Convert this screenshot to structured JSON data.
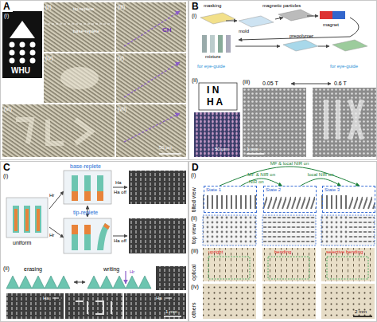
{
  "diagram": {
    "nodes": [
      {
        "text": [
          "A"
        ]
      },
      {
        "text": [
          "B"
        ]
      },
      {
        "text": [
          "C"
        ]
      },
      {
        "text": [
          "D"
        ]
      },
      {
        "text": [
          "State 1"
        ],
        "in": 3
      },
      {
        "text": [
          "State 2"
        ],
        "in": 3
      },
      {
        "text": [
          "State 3"
        ],
        "in": 3
      }
    ],
    "edges": [
      {
        "from": 4,
        "to": 6,
        "label": "MF & local NIR on",
        "arrow": "to"
      },
      {
        "from": 4,
        "to": 5,
        "label": "MF & NIR on",
        "arrow": "to"
      },
      {
        "from": 5,
        "to": 6,
        "label": "local NIR on",
        "arrow": "to"
      }
    ],
    "labels": [
      "(i)",
      "WHU",
      "(ii)",
      "tip-replete",
      "base-replete",
      "(iii)",
      "CH",
      "(iv)",
      "(v)",
      "(vi)",
      "(vii)",
      "50 μm",
      "(i)",
      "masking",
      "magnetic particles",
      "mold",
      "magnet",
      "mixture",
      "prepolymer",
      "for eye-guide",
      "for eye-guide",
      "(ii)",
      "I N",
      "H A",
      "50 μm",
      "(iii)",
      "0.05 T",
      "0.6 T",
      "1 mm",
      "(i)",
      "base-replete",
      "tip-replete",
      "uniform",
      "Hr",
      "Hr",
      "Ha",
      "Ha off",
      "Ha off",
      "(ii)",
      "erasing",
      "writing",
      "Hr",
      "Ha",
      "Ha",
      "1 mm",
      "(i)",
      "tilted view",
      "NIR on",
      "(ii)",
      "top view",
      "(iii)",
      "optical",
      "upright",
      "bending",
      "selective bending",
      "(iv)",
      "others",
      "2 mm"
    ]
  }
}
